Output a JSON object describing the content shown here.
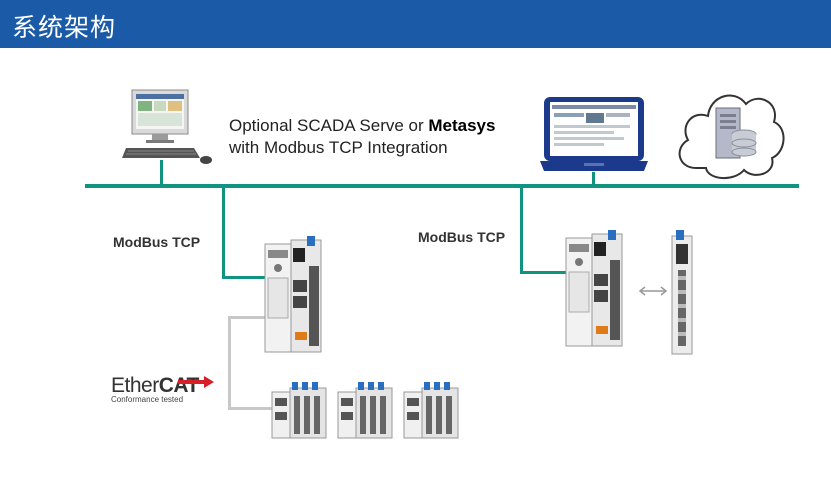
{
  "title": "系统架构",
  "caption": {
    "line1_prefix": "Optional SCADA Serve or ",
    "line1_bold": "Metasys",
    "line2": "with Modbus TCP Integration"
  },
  "labels": {
    "modbus_left": "ModBus TCP",
    "modbus_right": "ModBus TCP"
  },
  "ethercat": {
    "logo_main_a": "Ether",
    "logo_main_b": "CAT",
    "logo_sub": "Conformance tested"
  },
  "colors": {
    "title_bar": "#1a5aa6",
    "network_line": "#10937f",
    "ethercat_line": "#c8c8c8",
    "laptop_frame": "#1c3a8c"
  },
  "icons": [
    "desktop-pc-icon",
    "laptop-icon",
    "cloud-server-icon",
    "plc-controller-icon",
    "io-module-icon",
    "bidirectional-arrow-icon"
  ]
}
